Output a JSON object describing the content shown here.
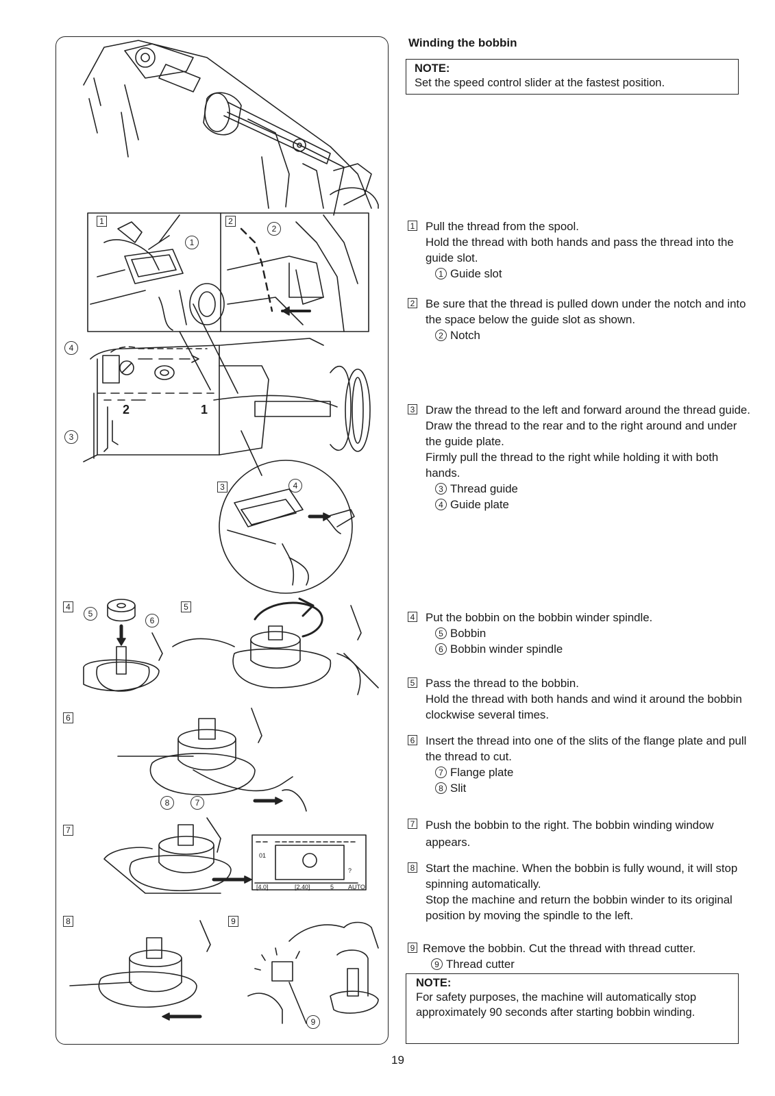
{
  "section_title": "Winding the bobbin",
  "note_top": {
    "heading": "NOTE:",
    "body": "Set the speed control slider at the fastest position."
  },
  "steps": [
    {
      "num": "1",
      "lines": [
        "Pull the thread from the spool.",
        "Hold the thread with both hands and pass the thread into the guide slot."
      ],
      "parts": [
        {
          "n": "1",
          "label": "Guide slot"
        }
      ]
    },
    {
      "num": "2",
      "lines": [
        "Be sure that the thread is pulled down under the notch and into the space below the guide slot as shown."
      ],
      "parts": [
        {
          "n": "2",
          "label": "Notch"
        }
      ]
    },
    {
      "num": "3",
      "lines": [
        "Draw the thread to the left and forward around the thread guide.",
        "Draw the thread to the rear and to the right around and under the guide plate.",
        "Firmly pull the thread to the right while holding it with both hands."
      ],
      "parts": [
        {
          "n": "3",
          "label": "Thread guide"
        },
        {
          "n": "4",
          "label": "Guide plate"
        }
      ]
    },
    {
      "num": "4",
      "lines": [
        "Put the bobbin on the bobbin winder spindle."
      ],
      "parts": [
        {
          "n": "5",
          "label": "Bobbin"
        },
        {
          "n": "6",
          "label": "Bobbin winder spindle"
        }
      ]
    },
    {
      "num": "5",
      "lines": [
        "Pass the thread to the bobbin.",
        "Hold the thread with both hands and wind it around the bobbin clockwise several times."
      ],
      "parts": []
    },
    {
      "num": "6",
      "lines": [
        "Insert the thread into one of the slits of the flange plate and pull the thread to cut."
      ],
      "parts": [
        {
          "n": "7",
          "label": "Flange plate"
        },
        {
          "n": "8",
          "label": "Slit"
        }
      ]
    },
    {
      "num": "7",
      "lines": [
        "Push the bobbin to the right. The bobbin winding window appears."
      ],
      "parts": []
    },
    {
      "num": "8",
      "lines": [
        "Start the machine. When the bobbin is fully wound, it will stop spinning automatically.",
        "Stop the machine and return the bobbin winder to its original position by moving the spindle to the left."
      ],
      "parts": []
    },
    {
      "num": "9",
      "lines": [
        "Remove the bobbin. Cut the thread with thread cutter."
      ],
      "parts": [
        {
          "n": "9",
          "label": "Thread cutter"
        }
      ]
    }
  ],
  "note_bottom": {
    "heading": "NOTE:",
    "body": "For safety purposes, the machine will automatically stop approximately 90 seconds after starting bobbin winding."
  },
  "figure_labels": {
    "box1": "1",
    "box2": "2",
    "box3": "3",
    "box4": "4",
    "box5": "5",
    "box6": "6",
    "box7": "7",
    "box8": "8",
    "box9": "9",
    "c1": "1",
    "c2": "2",
    "c3": "3",
    "c4": "4",
    "c4b": "4",
    "c5": "5",
    "c6": "6",
    "c7": "7",
    "c8": "8",
    "c9": "9",
    "mark1": "1",
    "mark2": "2",
    "lcd_01": "01",
    "lcd_auto": "AUTO",
    "lcd_left": "[4.0]",
    "lcd_mid": "[2.40]",
    "lcd_5": "5",
    "lcd_q": "?"
  },
  "page_number": "19"
}
